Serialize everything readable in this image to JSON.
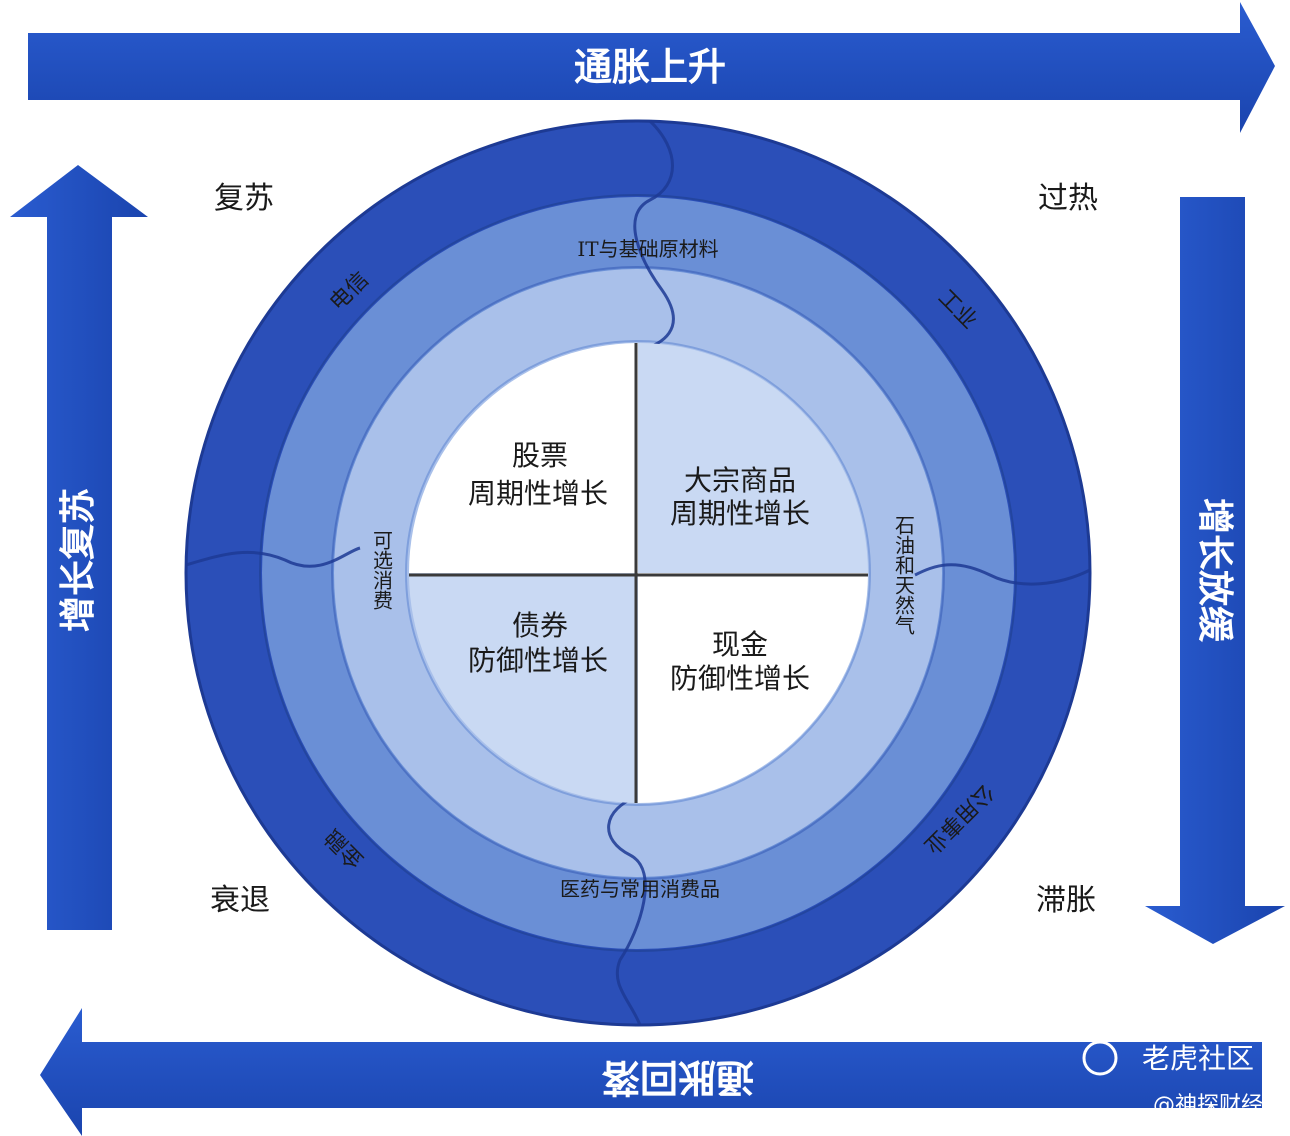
{
  "arrows": {
    "top": "通胀上升",
    "bottom": "通胀回落",
    "left": "增长复苏",
    "right": "增长放缓"
  },
  "phases": {
    "top_left": "复苏",
    "top_right": "过热",
    "bottom_left": "衰退",
    "bottom_right": "滞胀"
  },
  "outer_ring": {
    "top_left": "电信",
    "top_right": "工业",
    "bottom_left": "金融",
    "bottom_right": "公用事业"
  },
  "middle_ring": {
    "top": "IT与基础原材料",
    "right": "石油和天然气",
    "bottom": "医药与常用消费品",
    "left": "可选消费"
  },
  "quadrants": {
    "top_left": {
      "line1": "股票",
      "line2": "周期性增长"
    },
    "top_right": {
      "line1": "大宗商品",
      "line2": "周期性增长"
    },
    "bottom_left": {
      "line1": "债券",
      "line2": "防御性增长"
    },
    "bottom_right": {
      "line1": "现金",
      "line2": "防御性增长"
    }
  },
  "watermark": {
    "line1": "老虎社区",
    "line2": "@神探财经"
  },
  "colors": {
    "arrow_blue": "#1f4fbf",
    "outer_ring": "#2b4fb8",
    "middle_ring": "#6a8fd6",
    "inner_ring": "#a9c0ea",
    "quad_light": "#c9d9f3",
    "quad_white": "#ffffff"
  }
}
